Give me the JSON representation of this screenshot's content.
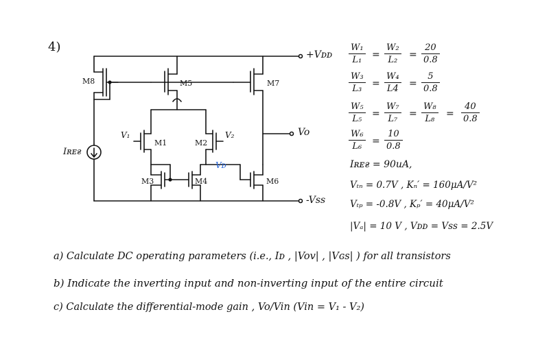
{
  "problem_number": "4)",
  "circuit": {
    "vdd_label": "+Vᴅᴅ",
    "vss_label": "-Vss",
    "vo_label": "Vo",
    "vd_label": "Vᴅ",
    "iref_label": "Iʀᴇғ",
    "v1_label": "V₁",
    "v2_label": "V₂",
    "transistors": [
      "M8",
      "M5",
      "M7",
      "M1",
      "M2",
      "M3",
      "M4",
      "M6"
    ]
  },
  "params": {
    "w1": "W₁",
    "l1": "L₁",
    "w2": "W₂",
    "l2": "L₂",
    "r1": "20",
    "r1d": "0.8",
    "w3": "W₃",
    "l3": "L₃",
    "w4": "W₄",
    "l4": "L4",
    "r2": "5",
    "r2d": "0.8",
    "w5": "W₅",
    "l5": "L₅",
    "w7": "W₇",
    "l7": "L₇",
    "w8": "W₈",
    "l8": "L₈",
    "r3": "40",
    "r3d": "0.8",
    "w6": "W₆",
    "l6": "L₆",
    "r4": "10",
    "r4d": "0.8",
    "iref": "Iʀᴇғ = 90uA,",
    "vtn": "Vₜₙ = 0.7V ,  Kₙ′ = 160μA/V²",
    "vtp": "Vₜₚ = -0.8V ,  Kₚ′ = 40μA/V²",
    "va": "|Vₐ| = 10 V ,  Vᴅᴅ = Vss = 2.5V"
  },
  "questions": {
    "a": "a)  Calculate DC operating parameters (i.e., Iᴅ , |Vov| , |Vɢs| ) for all transistors",
    "b": "b)  Indicate the inverting input and non-inverting input of the entire circuit",
    "c": "c)  Calculate the differential-mode gain , Vo/Vin   (Vin = V₁ - V₂)"
  },
  "colors": {
    "ink": "#111111",
    "vd_label": "#1f5fd6"
  }
}
